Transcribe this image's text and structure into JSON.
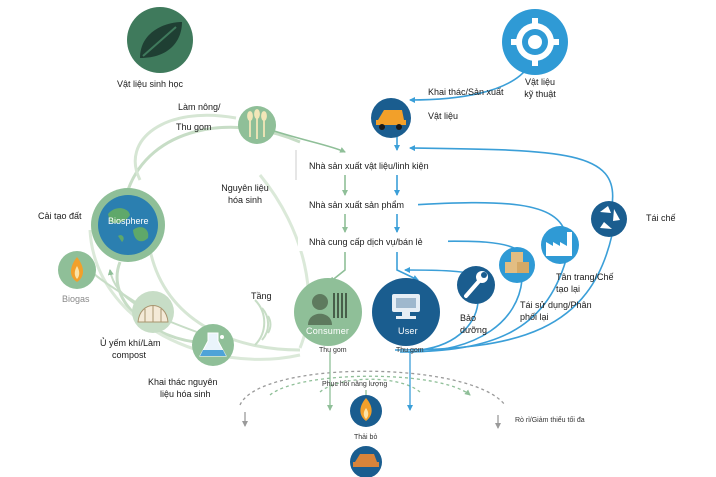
{
  "green": {
    "bio_materials": "Vật liệu sinh học",
    "farming": [
      "Làm  nông/",
      "Thu gom"
    ],
    "bio_feedstock": [
      "Nguyên liệu",
      "hóa sinh"
    ],
    "restoration": "Cải tạo đất",
    "biosphere": "Biosphere",
    "biogas": "Biogas",
    "anaerobic": [
      "Ủ yếm khí/Làm",
      "compost"
    ],
    "cascade": "Tầng",
    "extract_biochem": [
      "Khai thác nguyên",
      "liệu hóa sinh"
    ],
    "consumer": "Consumer",
    "collect_left": "Thu gom"
  },
  "technical": {
    "tech_materials": [
      "Vật liệu",
      "kỹ thuật"
    ],
    "mining": "Khai thác/Sản xuất",
    "materials": "Vật liệu",
    "recycle": "Tái chế",
    "refurbish": [
      "Tân trang/Chế",
      "tạo lại"
    ],
    "reuse": [
      "Tái sử dụng/Phân",
      "phối lại"
    ],
    "maintain": [
      "Bảo",
      "dưỡng"
    ],
    "user": "User",
    "collect_right": "Thu gom"
  },
  "chain": {
    "parts": "Nhà sản xuất vật liệu/linh kiện",
    "product": "Nhà sản xuất sản phẩm",
    "service": "Nhà cung cấp dịch vụ/bán lẻ"
  },
  "bottom": {
    "energy": "Phục hồi năng lượng",
    "leakage": "Rò rỉ/Giảm thiểu tối đa",
    "landfill": "Thải bỏ"
  },
  "colors": {
    "green_dark": "#3f7a5c",
    "green_mid": "#8fbf98",
    "green_light": "#c7ddc6",
    "blue_dark": "#1a5d8f",
    "blue_mid": "#2f9ad5",
    "blue_light": "#3b9fd8",
    "flame": "#f2a02a"
  },
  "icons": {
    "bio": "leaf-icon",
    "tech": "gear-icon",
    "farm": "wheat-icon",
    "mine": "dump-truck-icon",
    "biosphere": "globe-icon",
    "biogas": "flame-icon",
    "compost": "compost-icon",
    "biochem": "flask-icon",
    "consumer": "consumer-icon",
    "user": "user-icon",
    "maintain": "wrench-icon",
    "reuse": "boxes-icon",
    "refurbish": "factory-icon",
    "recycle": "recycle-icon",
    "energy": "fire-icon",
    "landfill": "landfill-truck-icon"
  }
}
